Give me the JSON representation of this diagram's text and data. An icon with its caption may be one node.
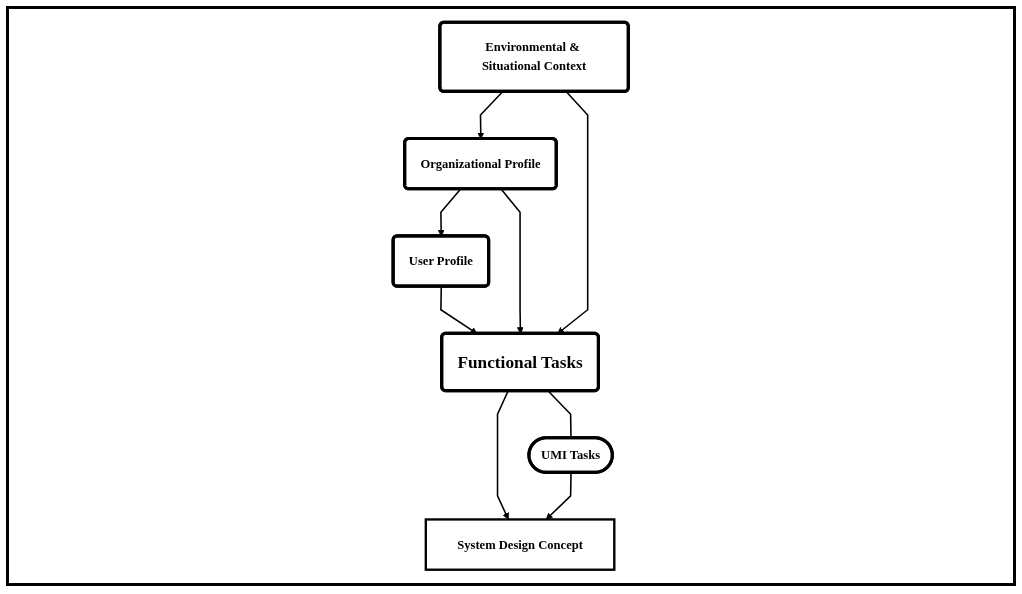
{
  "diagram": {
    "nodes": [
      {
        "text": [
          "Organizational Profile"
        ]
      },
      {
        "text": [
          "Environmental & Situational Context"
        ]
      },
      {
        "text": [
          "User Profile"
        ]
      },
      {
        "text": [
          "Functional Tasks"
        ]
      },
      {
        "text": [
          "System Design Concept"
        ]
      },
      {
        "text": [
          "UMI Tasks"
        ]
      }
    ],
    "edges": [
      {
        "from": 1,
        "to": 0,
        "arrow": "to"
      },
      {
        "from": 0,
        "to": 2,
        "arrow": "to"
      },
      {
        "from": 0,
        "to": 3,
        "arrow": "to"
      },
      {
        "from": 1,
        "to": 3,
        "arrow": "to"
      },
      {
        "from": 2,
        "to": 3,
        "arrow": "to"
      },
      {
        "from": 3,
        "to": 4,
        "arrow": "to"
      },
      {
        "from": 3,
        "to": 5,
        "arrow": "none"
      },
      {
        "from": 5,
        "to": 4,
        "arrow": "to"
      }
    ]
  }
}
